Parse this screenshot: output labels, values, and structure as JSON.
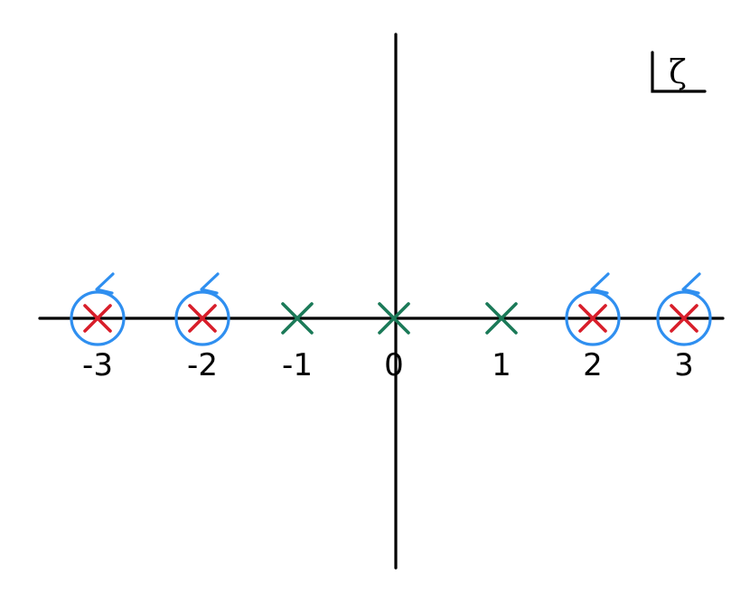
{
  "diagram": {
    "plane_label": "ζ",
    "colors": {
      "axis": "#000000",
      "plain_cross": "#1b7a58",
      "circled_cross": "#d81e2a",
      "contour": "#2f8ff0"
    },
    "points": [
      {
        "value": -3,
        "label": "-3",
        "marker": "circled-cross"
      },
      {
        "value": -2,
        "label": "-2",
        "marker": "circled-cross"
      },
      {
        "value": -1,
        "label": "-1",
        "marker": "cross"
      },
      {
        "value": 0,
        "label": "0",
        "marker": "cross"
      },
      {
        "value": 1,
        "label": "1",
        "marker": "cross"
      },
      {
        "value": 2,
        "label": "2",
        "marker": "circled-cross"
      },
      {
        "value": 3,
        "label": "3",
        "marker": "circled-cross"
      }
    ]
  }
}
